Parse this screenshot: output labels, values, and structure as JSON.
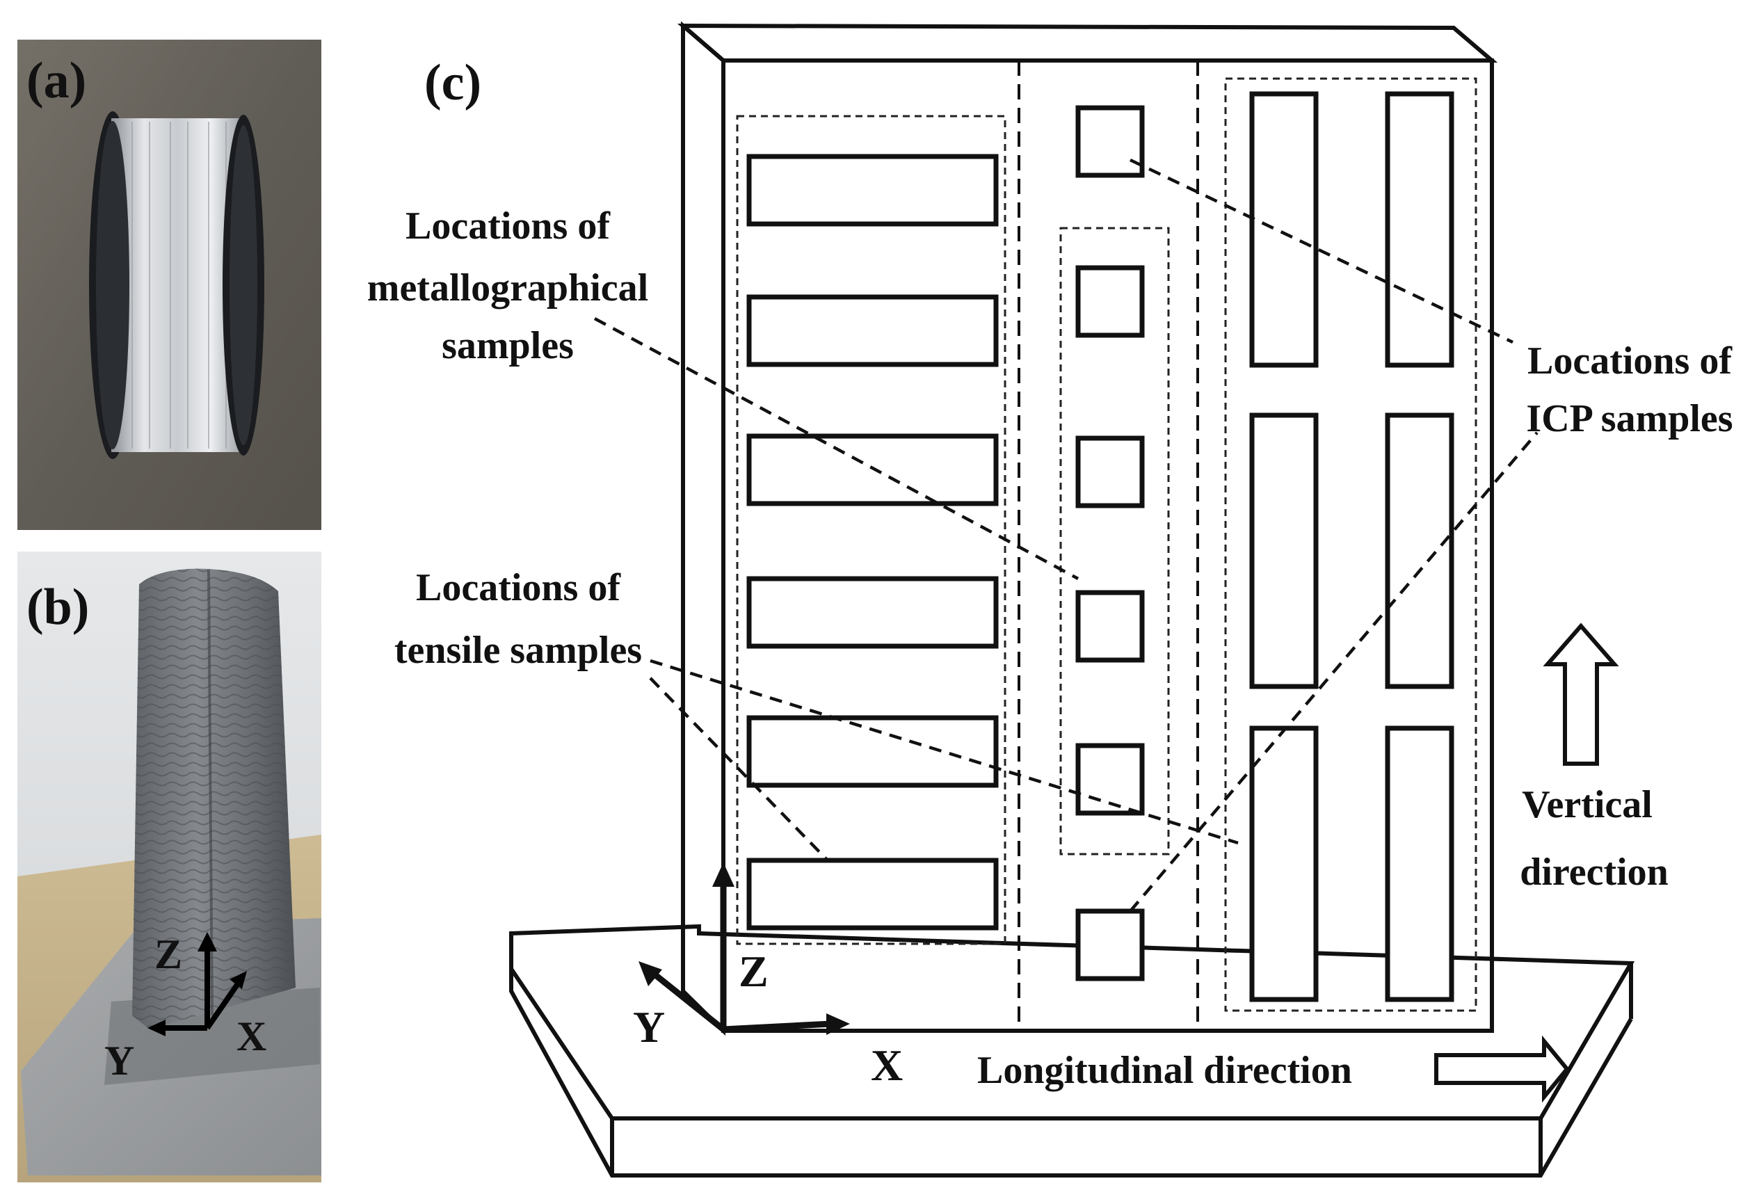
{
  "panels": {
    "a": {
      "label": "(a)"
    },
    "b": {
      "label": "(b)",
      "axes": {
        "z": "Z",
        "x": "X",
        "y": "Y"
      }
    },
    "c": {
      "label": "(c)",
      "axes": {
        "z": "Z",
        "x": "X",
        "y": "Y"
      }
    }
  },
  "annotations": {
    "metallographic": [
      "Locations of",
      "metallographical",
      "samples"
    ],
    "tensile": [
      "Locations of",
      "tensile  samples"
    ],
    "icp": [
      "Locations of",
      "ICP samples"
    ],
    "vertical": [
      "Vertical",
      "direction"
    ],
    "longitudinal": "Longitudinal direction"
  },
  "colors": {
    "line": "#111111",
    "photo_a_bg": "#6f6a63",
    "photo_b_bg": "#d9dbdc"
  }
}
